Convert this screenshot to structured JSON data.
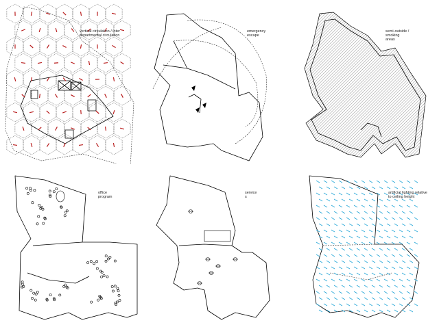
{
  "panels": [
    {
      "id": "circulation",
      "label": "vertical circulation / inter\ndepartmental circulation"
    },
    {
      "id": "escape",
      "label": "emergency\nescape"
    },
    {
      "id": "smoking",
      "label": "semi-outside /\nsmoking\nareas"
    },
    {
      "id": "office",
      "label": "office\nprogram"
    },
    {
      "id": "service",
      "label": "service\ns"
    },
    {
      "id": "lighting",
      "label": "artificial lighting relative\nto ceiling height"
    }
  ],
  "colors": {
    "line": "#000000",
    "circulation_marks": "#b81c1c",
    "lighting_marks": "#2aa8d8",
    "hatch": "#666666"
  }
}
